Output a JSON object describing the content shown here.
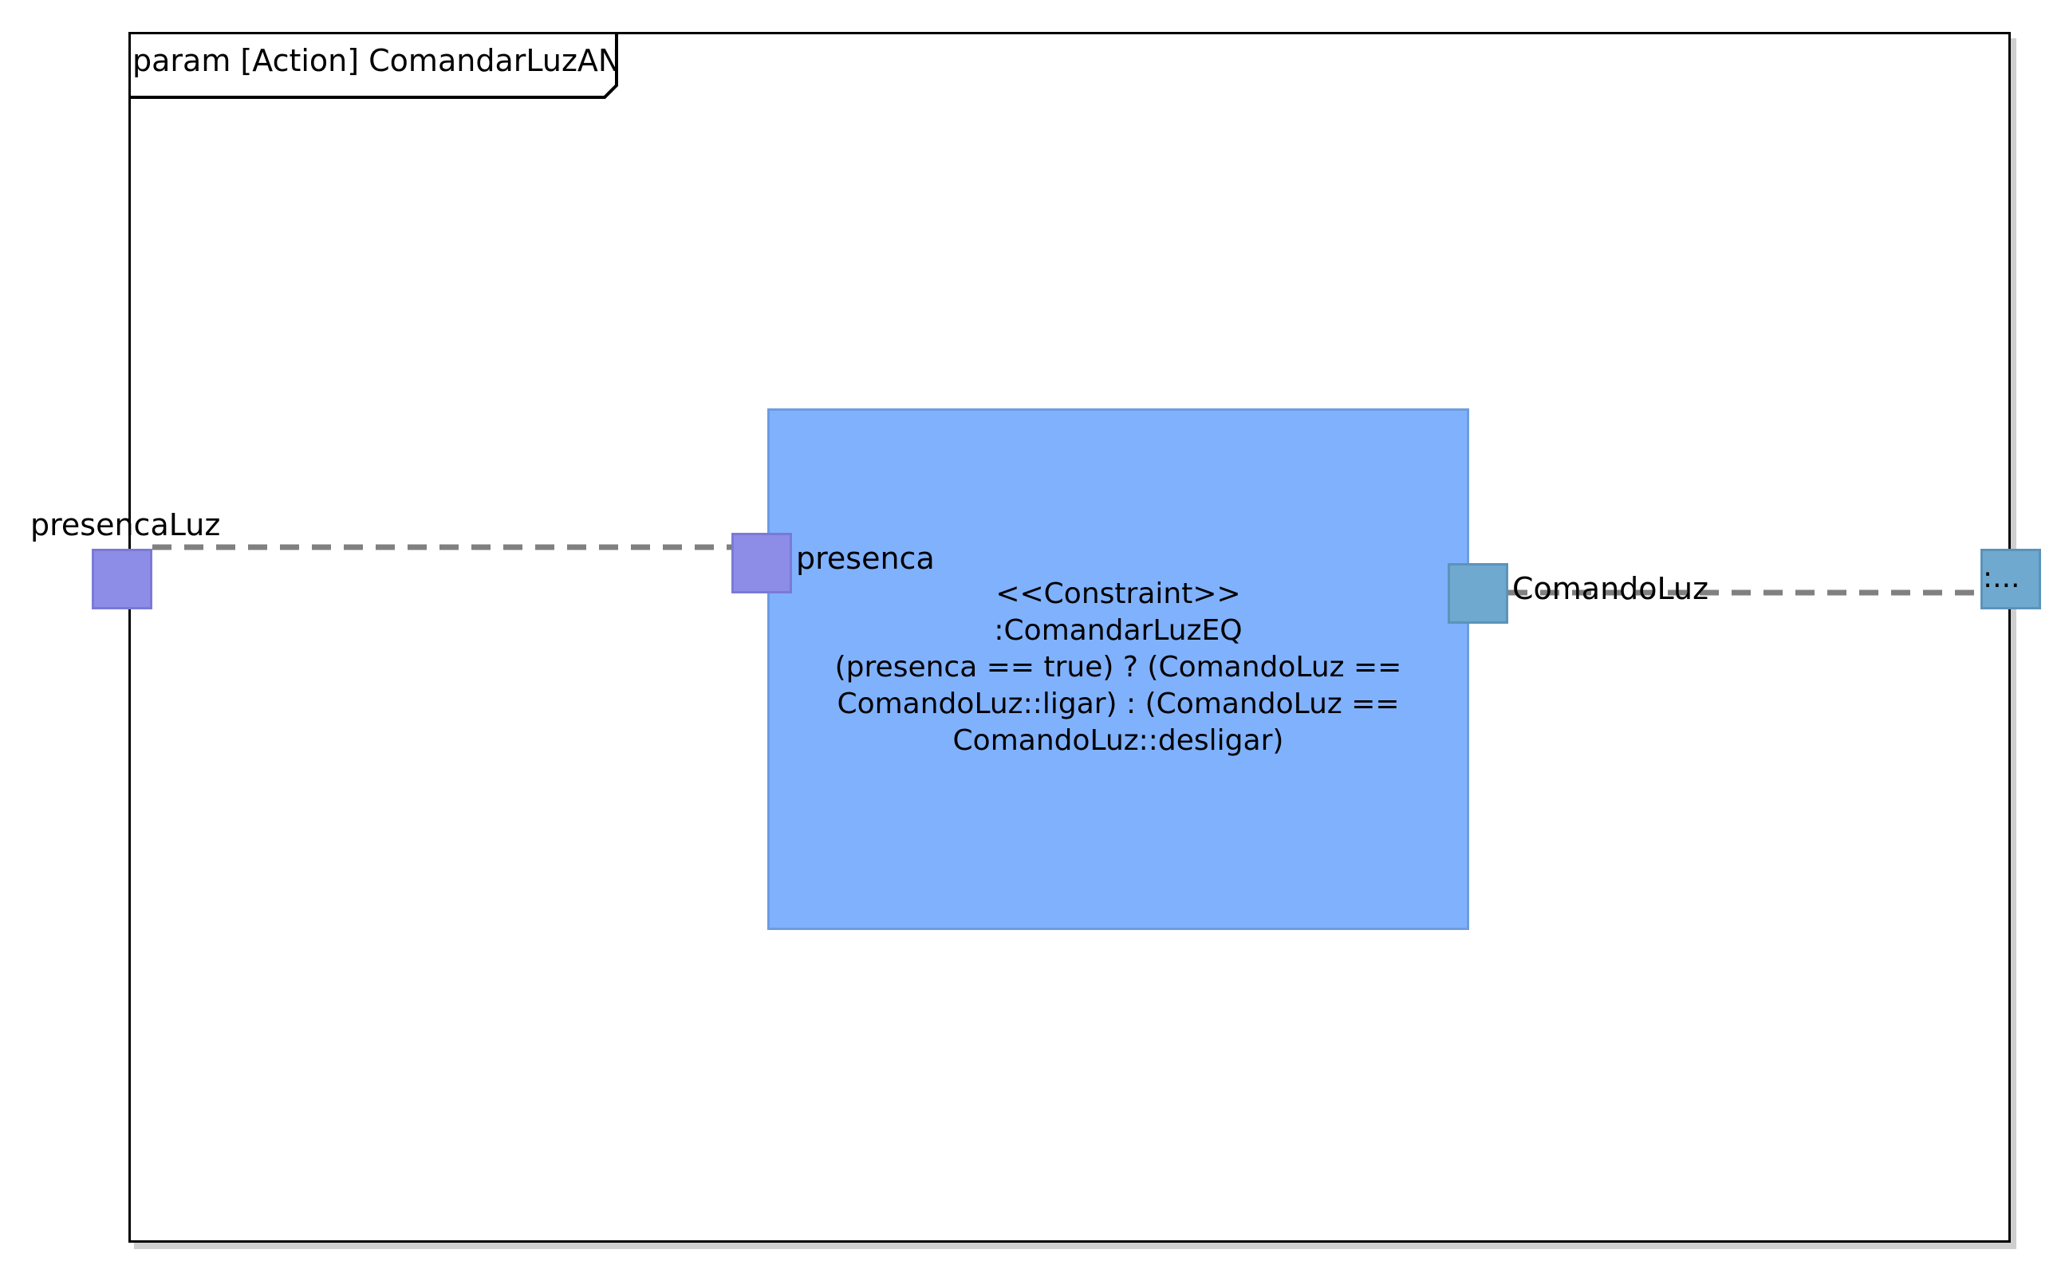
{
  "diagram": {
    "frame_label": "param [Action] ComandarLuzAN",
    "constraint": {
      "stereotype": "<<Constraint>>",
      "name": ":ComandarLuzEQ",
      "expression_lines": [
        "(presenca == true) ? (ComandoLuz ==",
        "ComandoLuz::ligar) : (ComandoLuz ==",
        "ComandoLuz::desligar)"
      ]
    },
    "ports": {
      "param_in": "presencaLuz",
      "block_in": "presenca",
      "block_out": "ComandoLuz",
      "param_out": ":..."
    }
  },
  "colors": {
    "constraint_fill": "#80b1fd",
    "input_port": "#8d8de8",
    "output_port": "#6fa9cf",
    "connector": "#808080"
  }
}
